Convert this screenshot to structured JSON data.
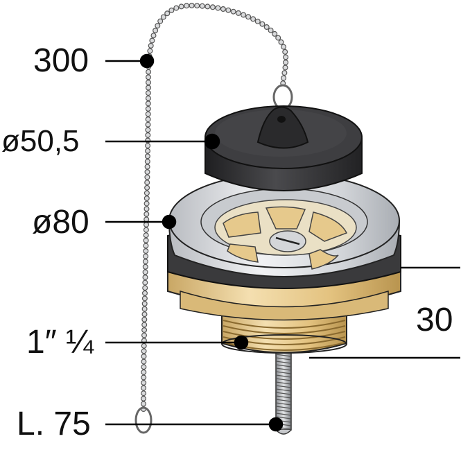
{
  "dimensions": {
    "chain_length": "300",
    "plug_diameter": "ø50,5",
    "flange_diameter": "ø80",
    "thread_size": "1″ ¼",
    "screw_length": "L. 75",
    "height": "30"
  },
  "colors": {
    "plug": "#2f2f31",
    "chrome": "#d7d9dc",
    "brass": "#e7c98f",
    "rubber": "#3a3a3c",
    "leader": "#000000"
  }
}
